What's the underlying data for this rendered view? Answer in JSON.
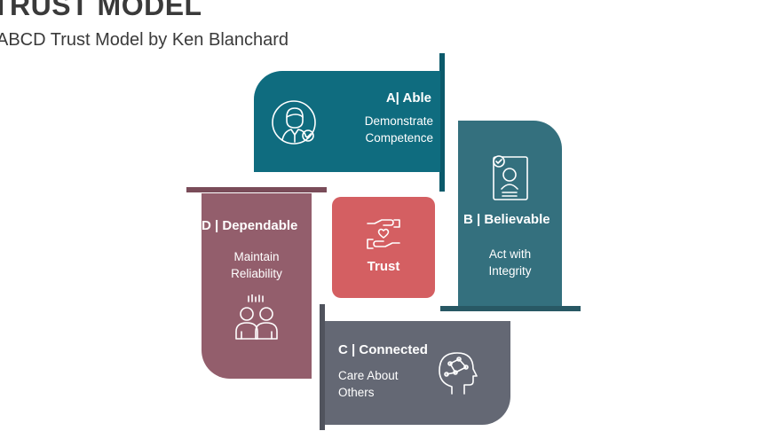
{
  "slide": {
    "title": "TRUST MODEL",
    "subtitle": "ABCD Trust Model by Ken Blanchard"
  },
  "center": {
    "label": "Trust",
    "icon": "handshake-heart-icon",
    "color": "#d45f62"
  },
  "quadrants": {
    "a": {
      "heading": "A| Able",
      "desc_line1": "Demonstrate",
      "desc_line2": "Competence",
      "icon": "businessman-check-icon",
      "color": "#0f6c7f"
    },
    "b": {
      "heading": "B | Believable",
      "desc_line1": "Act with",
      "desc_line2": "Integrity",
      "icon": "profile-document-check-icon",
      "color": "#34707e"
    },
    "c": {
      "heading": "C | Connected",
      "desc_line1": "Care About",
      "desc_line2": "Others",
      "icon": "head-network-icon",
      "color": "#646874"
    },
    "d": {
      "heading": "D | Dependable",
      "desc_line1": "Maintain",
      "desc_line2": "Reliability",
      "icon": "team-people-icon",
      "color": "#935e6c"
    }
  }
}
